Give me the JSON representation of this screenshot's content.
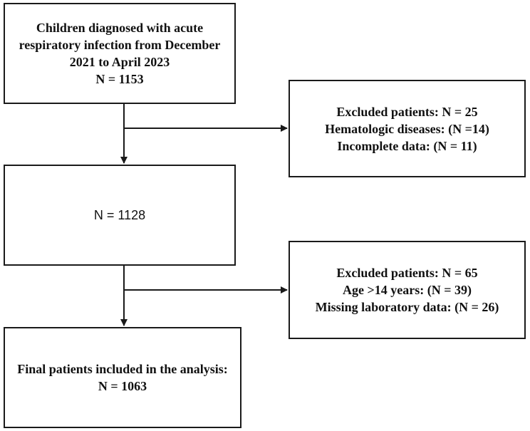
{
  "boxes": {
    "start": {
      "lines": [
        "Children diagnosed with acute",
        "respiratory infection from December",
        "2021 to April 2023",
        "N = 1153"
      ]
    },
    "exclusion1": {
      "lines": [
        "Excluded patients: N = 25",
        "Hematologic diseases: (N =14)",
        "Incomplete data: (N = 11)"
      ]
    },
    "middle": {
      "lines": [
        "N = 1128"
      ]
    },
    "exclusion2": {
      "lines": [
        "Excluded patients: N = 65",
        "Age >14 years: (N = 39)",
        "Missing laboratory data: (N = 26)"
      ]
    },
    "final": {
      "lines": [
        "Final patients included in the analysis:",
        "N = 1063"
      ]
    }
  },
  "colors": {
    "line": "#1a1a1a",
    "text": "#111111",
    "background": "#ffffff"
  }
}
